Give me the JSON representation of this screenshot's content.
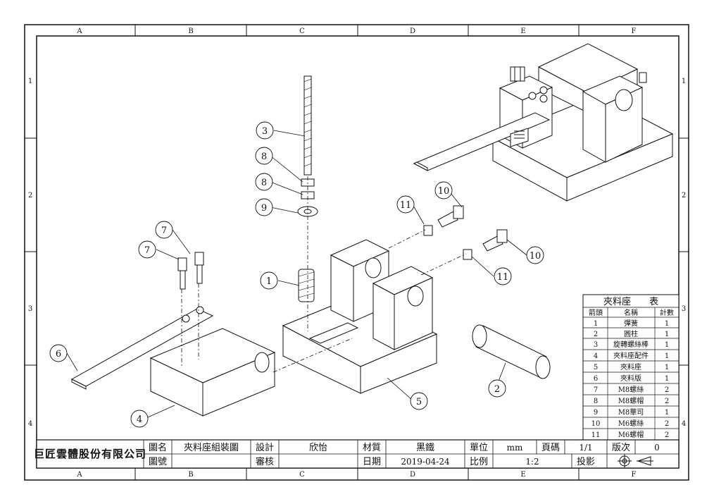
{
  "zones": {
    "columns": [
      "A",
      "B",
      "C",
      "D",
      "E",
      "F"
    ],
    "rows": [
      "1",
      "2",
      "3",
      "4"
    ]
  },
  "callouts": [
    "1",
    "2",
    "3",
    "4",
    "5",
    "6",
    "7",
    "7",
    "8",
    "8",
    "9",
    "10",
    "10",
    "11",
    "11"
  ],
  "bom": {
    "title": "夾料座　　表",
    "headers": [
      "箭頭",
      "名稱",
      "計數"
    ],
    "rows": [
      {
        "no": "1",
        "name": "彈簧",
        "qty": "1"
      },
      {
        "no": "2",
        "name": "圓柱",
        "qty": "1"
      },
      {
        "no": "3",
        "name": "旋轉螺絲棒",
        "qty": "1"
      },
      {
        "no": "4",
        "name": "夾料座配件",
        "qty": "1"
      },
      {
        "no": "5",
        "name": "夾料座",
        "qty": "1"
      },
      {
        "no": "6",
        "name": "夾料版",
        "qty": "1"
      },
      {
        "no": "7",
        "name": "M8螺絲",
        "qty": "2"
      },
      {
        "no": "8",
        "name": "M8螺帽",
        "qty": "2"
      },
      {
        "no": "9",
        "name": "M8華司",
        "qty": "1"
      },
      {
        "no": "10",
        "name": "M6螺絲",
        "qty": "2"
      },
      {
        "no": "11",
        "name": "M6螺帽",
        "qty": "2"
      }
    ]
  },
  "title_block": {
    "company": "巨匠雲體股份有限公司",
    "drawing_name_label": "圖名",
    "drawing_name": "夾料座組裝圖",
    "drawing_no_label": "圖號",
    "drawing_no": "",
    "design_label": "設計",
    "designer": "欣怡",
    "review_label": "審核",
    "reviewer": "",
    "material_label": "材質",
    "material": "黑鐵",
    "date_label": "日期",
    "date": "2019-04-24",
    "unit_label": "單位",
    "unit": "mm",
    "page_label": "頁碼",
    "page": "1/1",
    "scale_label": "比例",
    "scale": "1:2",
    "version_label": "版次",
    "version": "0",
    "projection_label": "投影"
  }
}
